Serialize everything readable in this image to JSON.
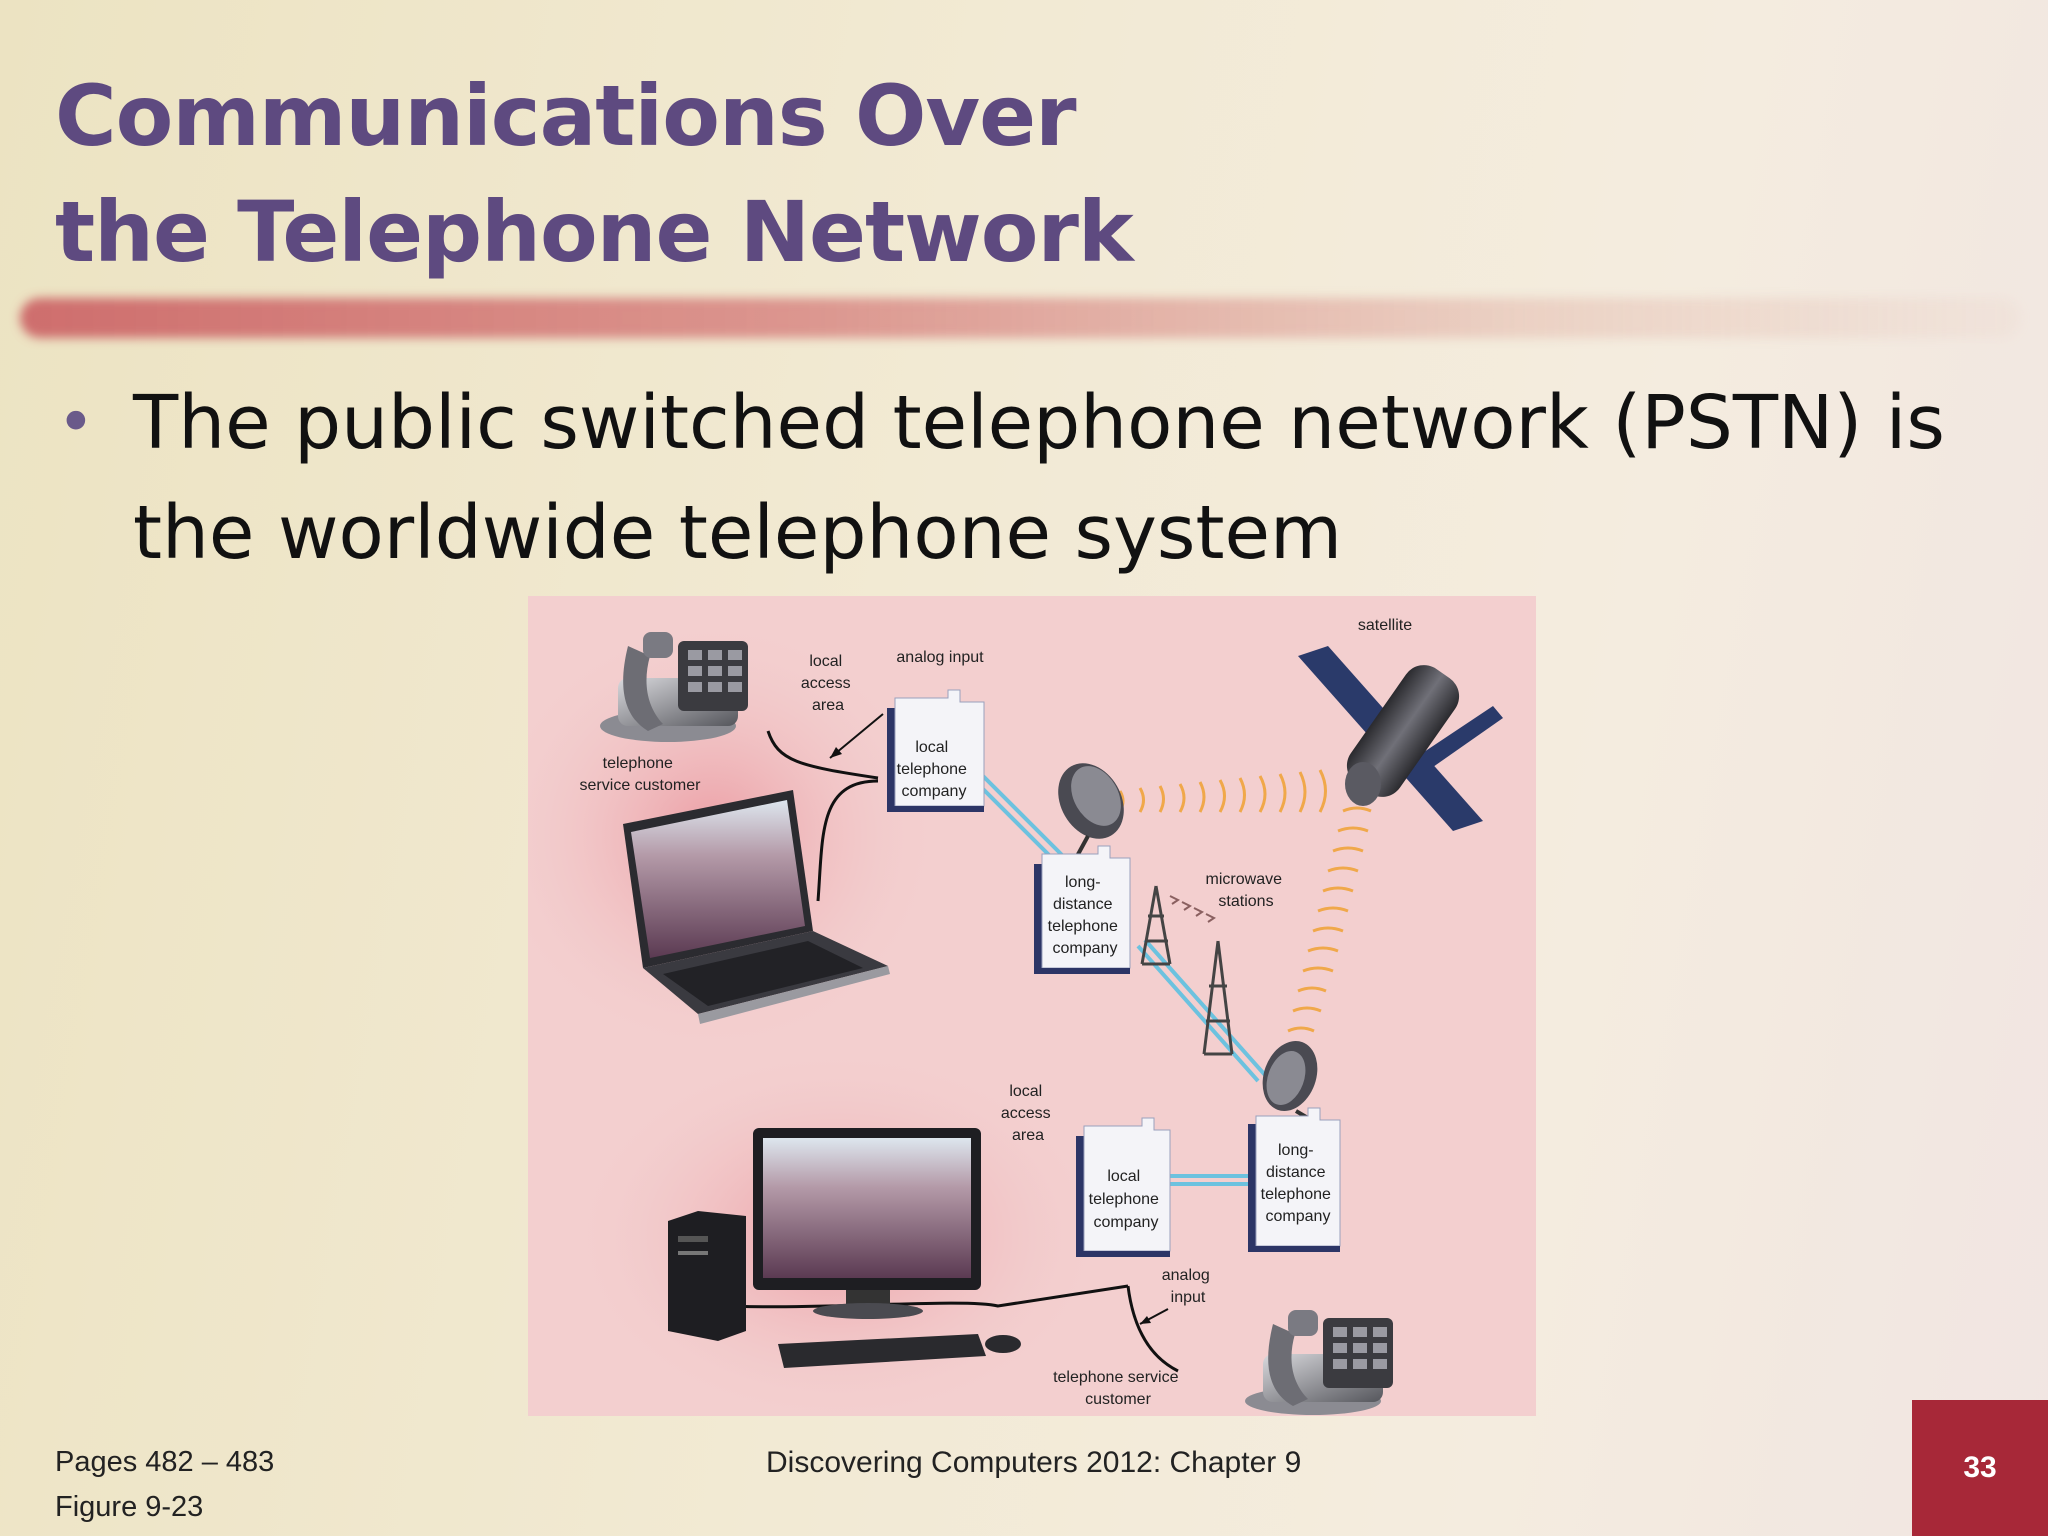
{
  "slide": {
    "title_lines": [
      "Communications Over",
      "the Telephone Network"
    ],
    "bullets": [
      "The public switched telephone network (PSTN) is the worldwide telephone system"
    ]
  },
  "figure": {
    "labels": {
      "satellite": "satellite",
      "local_access_area_top": [
        "local",
        "access",
        "area"
      ],
      "analog_input_top": "analog input",
      "telephone_service_customer_top": [
        "telephone",
        "service customer"
      ],
      "local_telephone_company_top": [
        "local",
        "telephone",
        "company"
      ],
      "long_distance_top": [
        "long-",
        "distance",
        "telephone",
        "company"
      ],
      "microwave_stations": [
        "microwave",
        "stations"
      ],
      "local_access_area_bottom": [
        "local",
        "access",
        "area"
      ],
      "local_telephone_company_bottom": [
        "local",
        "telephone",
        "company"
      ],
      "long_distance_bottom": [
        "long-",
        "distance",
        "telephone",
        "company"
      ],
      "analog_input_bottom": [
        "analog",
        "input"
      ],
      "telephone_service_customer_bottom": [
        "telephone service",
        "customer"
      ]
    }
  },
  "footer": {
    "pages": "Pages 482 – 483",
    "figure_ref": "Figure 9-23",
    "course": "Discovering Computers 2012: Chapter 9",
    "slide_number": "33"
  },
  "colors": {
    "title": "#5e4a80",
    "accent_bar": "#a72838",
    "figure_bg": "#f3cfcf"
  }
}
